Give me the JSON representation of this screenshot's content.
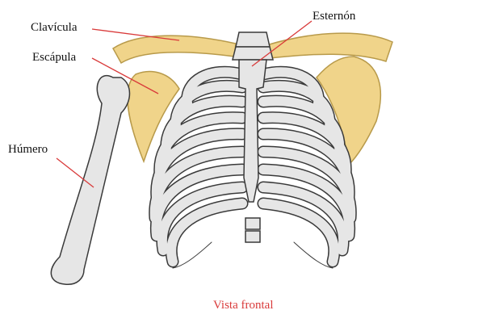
{
  "labels": {
    "clavicle": "Clavícula",
    "scapula": "Escápula",
    "humerus": "Húmero",
    "sternum": "Esternón"
  },
  "caption": "Vista frontal",
  "colors": {
    "bone_shoulder": "#f0d48a",
    "bone_shoulder_stroke": "#b89a4a",
    "bone_rib": "#e6e6e6",
    "bone_stroke": "#3a3a3a",
    "leader_line": "#d93a3a",
    "caption_text": "#d93a3a",
    "label_text": "#111111"
  },
  "icons": [
    "rib-cage-diagram"
  ]
}
